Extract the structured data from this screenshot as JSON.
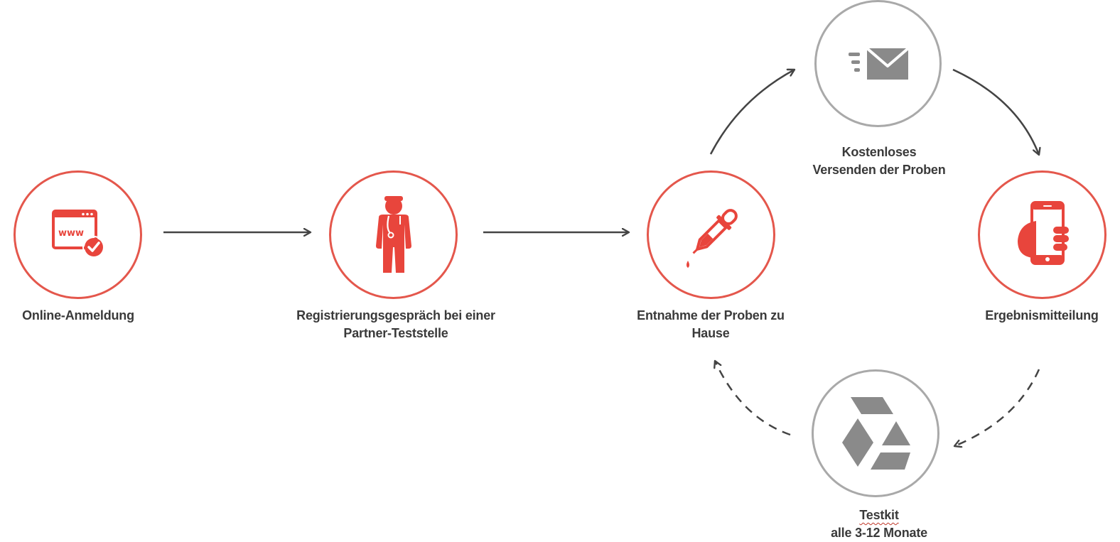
{
  "colors": {
    "accent": "#e4574c",
    "icon_red": "#e8453c",
    "neutral": "#a9a9a9",
    "icon_gray": "#8a8a8a",
    "arrow": "#444444",
    "text": "#3a3a3a"
  },
  "steps": [
    {
      "id": "online-anmeldung",
      "icon": "www-browser-check-icon",
      "lines": [
        "Online-Anmeldung"
      ]
    },
    {
      "id": "registrierung",
      "icon": "doctor-icon",
      "lines": [
        "Registrierungsgespräch bei einer",
        "Partner-Teststelle"
      ]
    },
    {
      "id": "entnahme",
      "icon": "dropper-icon",
      "lines": [
        "Entnahme der Proben zu",
        "Hause"
      ]
    },
    {
      "id": "versand",
      "icon": "mail-fast-icon",
      "lines": [
        "Kostenloses",
        "Versenden der Proben"
      ]
    },
    {
      "id": "ergebnis",
      "icon": "phone-in-hand-icon",
      "lines": [
        "Ergebnismitteilung"
      ]
    },
    {
      "id": "testkit",
      "icon": "box-icon",
      "lines": [
        "Testkit alle 3-12 Monate"
      ]
    }
  ]
}
